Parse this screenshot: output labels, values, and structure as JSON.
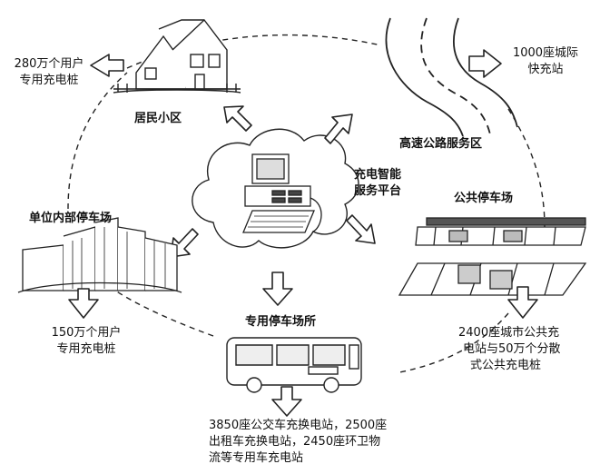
{
  "center": {
    "label_line1": "充电智能",
    "label_line2": "服务平台"
  },
  "nodes": {
    "residential": {
      "title": "居民小区",
      "note_line1": "280万个用户",
      "note_line2": "专用充电桩"
    },
    "highway": {
      "title": "高速公路服务区",
      "note_line1": "1000座城际",
      "note_line2": "快充站"
    },
    "public_parking": {
      "title": "公共停车场",
      "note_line1": "2400座城市公共充",
      "note_line2": "电站与50万个分散",
      "note_line3": "式公共充电桩"
    },
    "dedicated_parking": {
      "title": "专用停车场所",
      "note_line1": "3850座公交车充换电站，2500座",
      "note_line2": "出租车充换电站，2450座环卫物",
      "note_line3": "流等专用车充电站"
    },
    "unit_parking": {
      "title": "单位内部停车场",
      "note_line1": "150万个用户",
      "note_line2": "专用充电桩"
    }
  }
}
